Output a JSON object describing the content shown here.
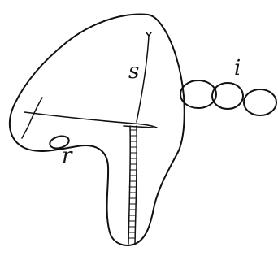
{
  "figure": {
    "labels": {
      "s": "s",
      "i": "i",
      "r": "r"
    }
  }
}
